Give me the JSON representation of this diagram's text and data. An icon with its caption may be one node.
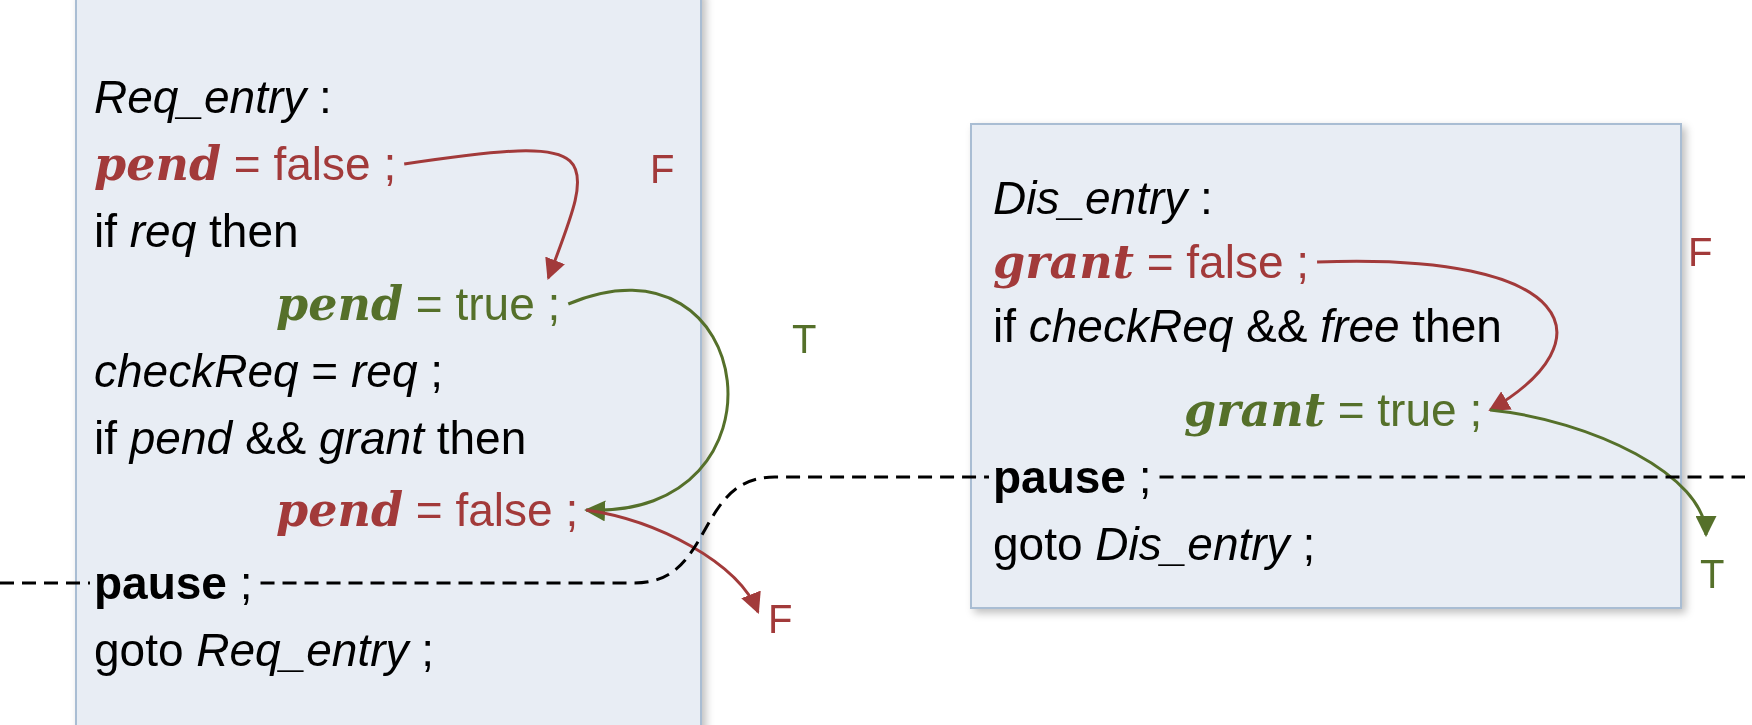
{
  "diagram": {
    "nodes": [
      {
        "text": [],
        "shape": "box"
      },
      {
        "text": [
          "*Req_entry* :"
        ],
        "in": 0
      },
      {
        "text": [
          "**pend** = false ;"
        ],
        "in": 0
      },
      {
        "text": [
          "if *req* then"
        ],
        "in": 0
      },
      {
        "text": [
          "**pend** = true ;"
        ],
        "in": 0
      },
      {
        "text": [
          "*checkReq* = *req* ;"
        ],
        "in": 0
      },
      {
        "text": [
          "if *pend* && *grant* then"
        ],
        "in": 0
      },
      {
        "text": [
          "**pend** = false ;"
        ],
        "in": 0
      },
      {
        "text": [
          "**pause** ;"
        ],
        "in": 0
      },
      {
        "text": [
          "goto *Req_entry* ;"
        ],
        "in": 0
      },
      {
        "text": [],
        "shape": "box"
      },
      {
        "text": [
          "*Dis_entry* :"
        ],
        "in": 10
      },
      {
        "text": [
          "**grant** = false ;"
        ],
        "in": 10
      },
      {
        "text": [
          "if *checkReq* && *free* then"
        ],
        "in": 10
      },
      {
        "text": [
          "**grant** = true ;"
        ],
        "in": 10
      },
      {
        "text": [
          "**pause** ;"
        ],
        "in": 10
      },
      {
        "text": [
          "goto *Dis_entry* ;"
        ],
        "in": 10
      }
    ],
    "edges": [
      {
        "from": 2,
        "to": 4,
        "arrow": "to",
        "label": "F",
        "color": "#a23a3a"
      },
      {
        "from": 4,
        "to": 7,
        "arrow": "to",
        "label": "T",
        "color": "#55702a"
      },
      {
        "from": 7,
        "to": null,
        "arrow": "to",
        "label": "F",
        "color": "#a23a3a"
      },
      {
        "from": 12,
        "to": 14,
        "arrow": "to",
        "label": "F",
        "color": "#a23a3a"
      },
      {
        "from": 14,
        "to": null,
        "arrow": "to",
        "label": "T",
        "color": "#55702a"
      },
      {
        "from": null,
        "to": 8,
        "arrow": "none",
        "style": "dashed",
        "color": "#000000"
      },
      {
        "from": 8,
        "to": 15,
        "arrow": "none",
        "style": "dashed",
        "color": "#000000"
      },
      {
        "from": 15,
        "to": null,
        "arrow": "none",
        "style": "dashed",
        "color": "#000000"
      }
    ]
  }
}
